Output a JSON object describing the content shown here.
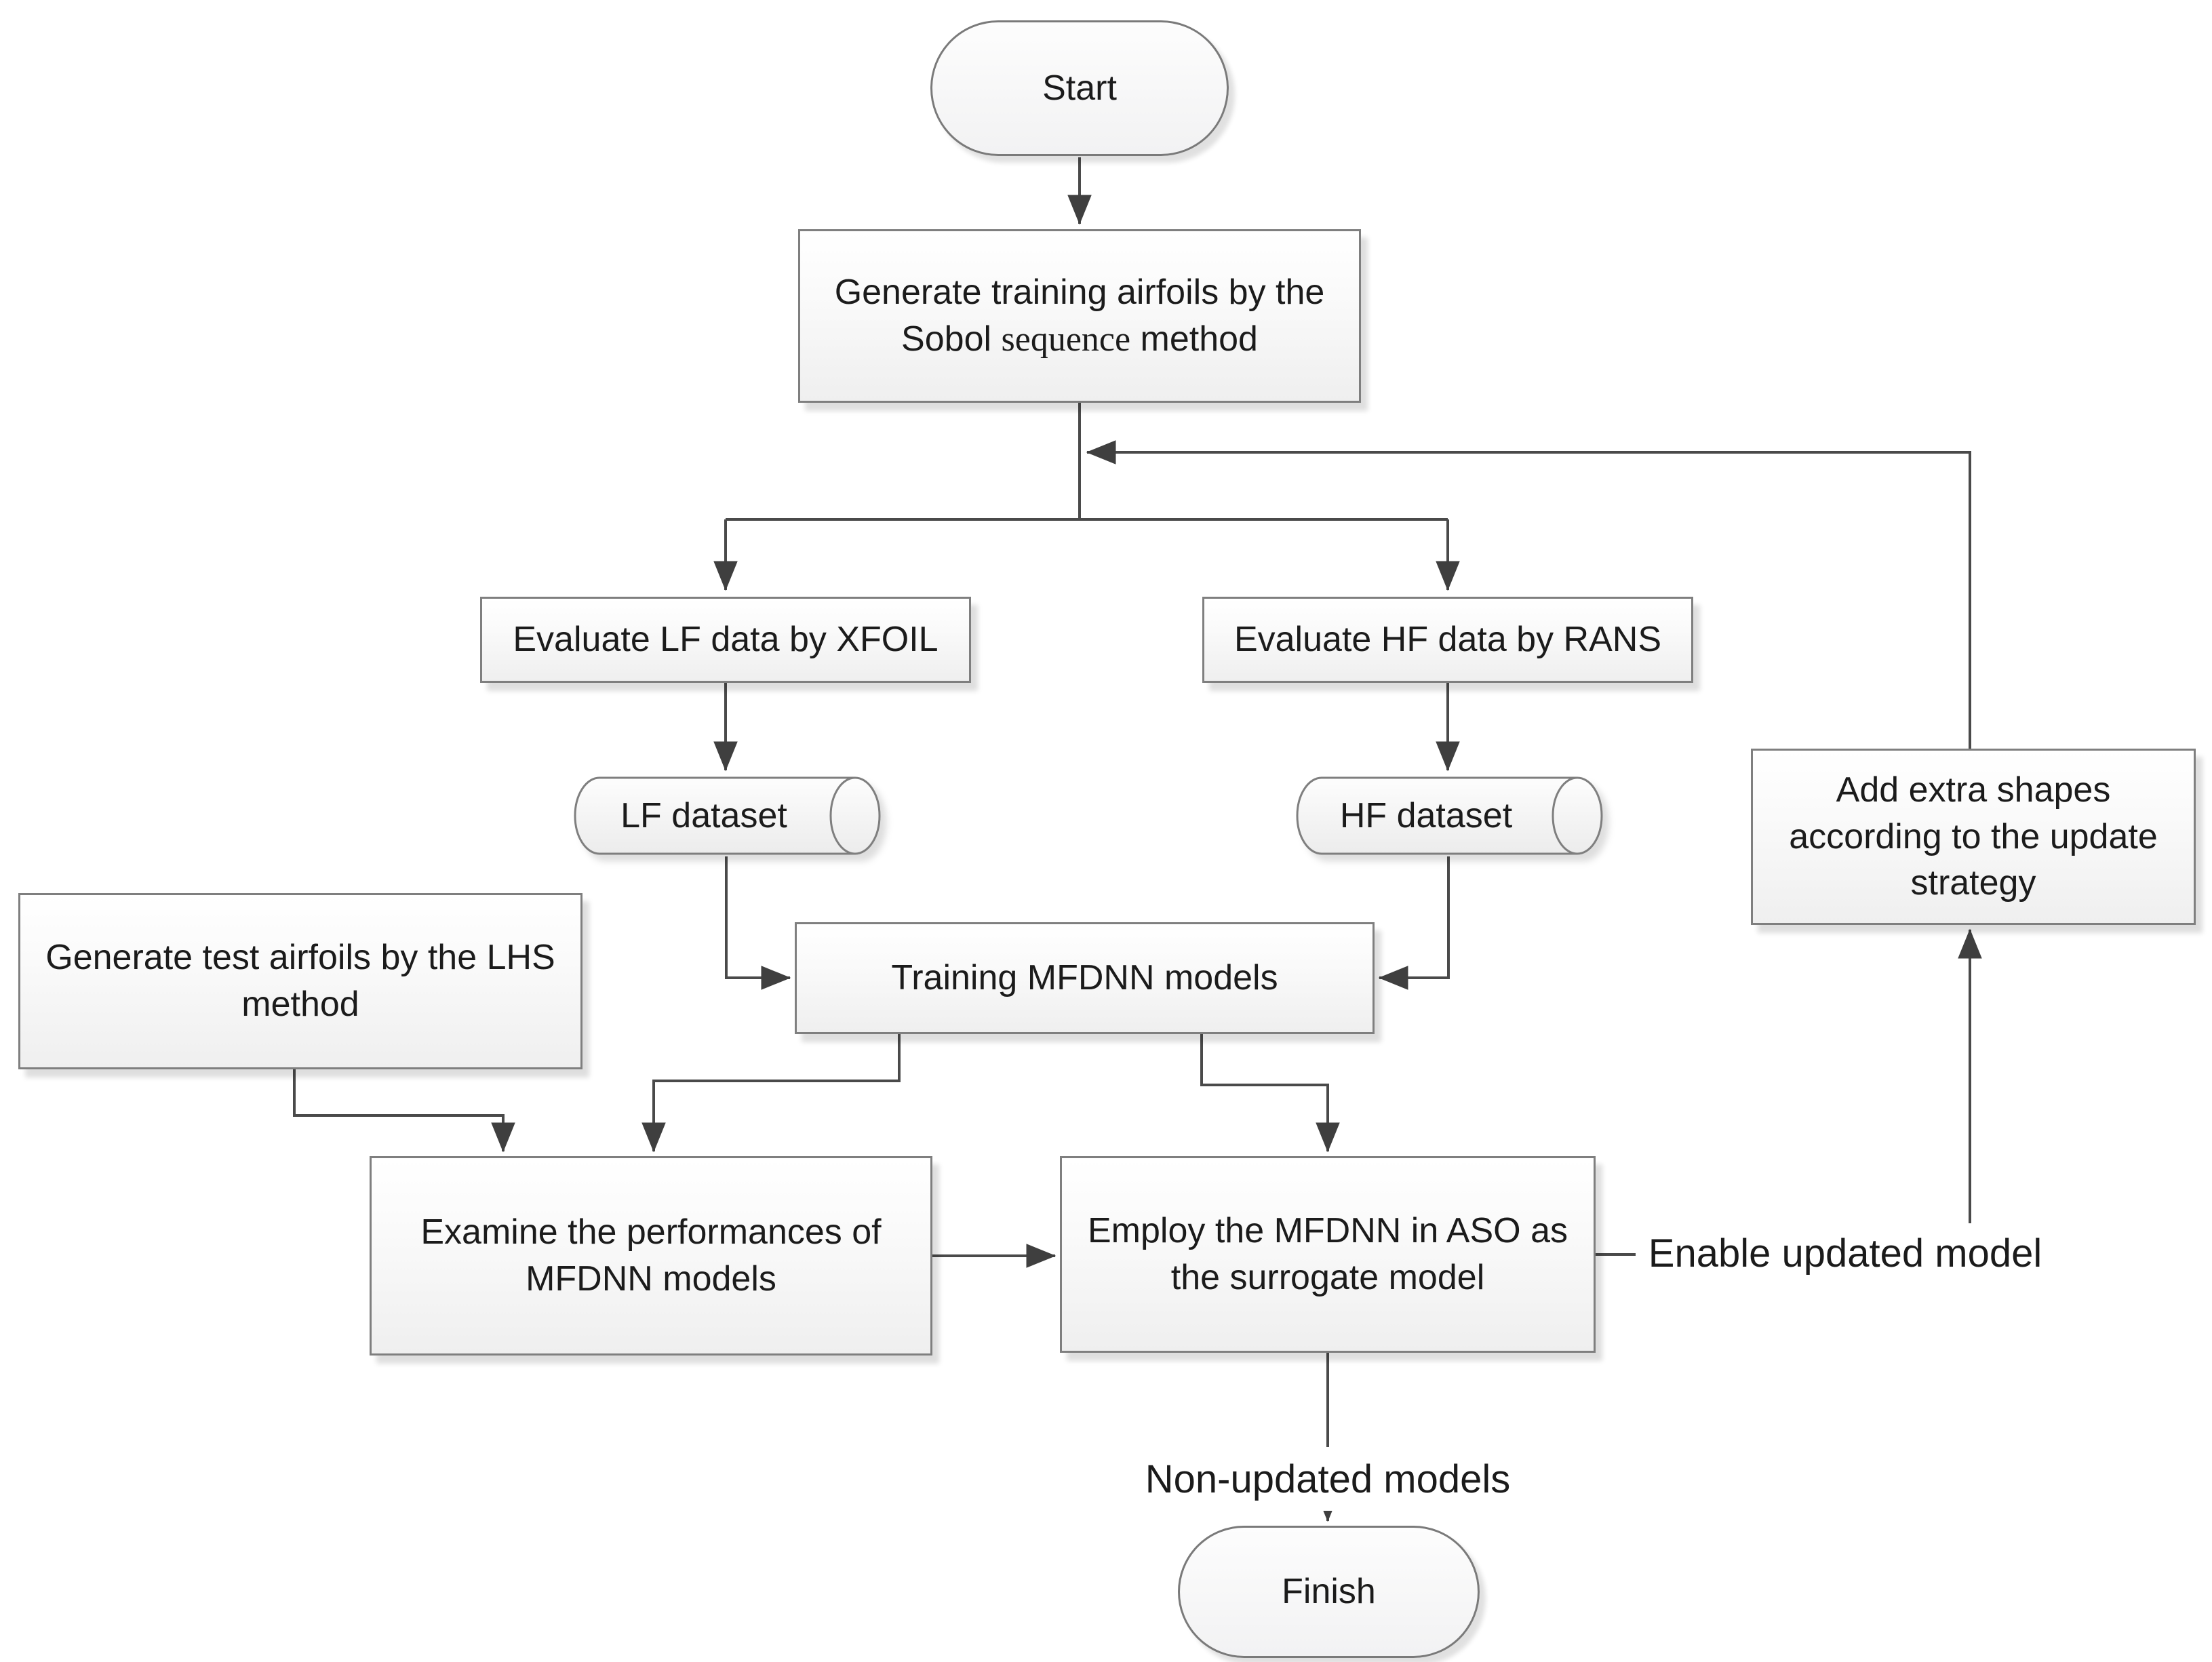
{
  "diagram": {
    "kind": "flowchart",
    "nodes": {
      "start": {
        "type": "terminator",
        "label": "Start"
      },
      "generate_training": {
        "type": "process",
        "label": "Generate training airfoils by the Sobol sequence method",
        "parts": [
          "Generate training airfoils by the Sobol ",
          "sequence",
          " method"
        ]
      },
      "evaluate_lf": {
        "type": "process",
        "label": "Evaluate LF data by XFOIL"
      },
      "evaluate_hf": {
        "type": "process",
        "label": "Evaluate HF data by RANS"
      },
      "lf_dataset": {
        "type": "data-store",
        "label": "LF dataset"
      },
      "hf_dataset": {
        "type": "data-store",
        "label": "HF dataset"
      },
      "training": {
        "type": "process",
        "label": "Training MFDNN models"
      },
      "generate_test": {
        "type": "process",
        "label": "Generate test airfoils by the LHS method"
      },
      "examine": {
        "type": "process",
        "label": "Examine the performances of MFDNN models"
      },
      "employ": {
        "type": "process",
        "label": "Employ the MFDNN in ASO as the surrogate model"
      },
      "add_extra": {
        "type": "process",
        "label": "Add extra shapes according to the update strategy"
      },
      "finish": {
        "type": "terminator",
        "label": "Finish"
      }
    },
    "edge_labels": {
      "enable_updated": "Enable updated model",
      "non_updated": "Non-updated models"
    },
    "colors": {
      "line": "#4a4a4a",
      "arrowhead": "#3f3f3f",
      "node_border": "#7f7f7f",
      "node_fill_top": "#ffffff",
      "node_fill_bottom": "#efefef",
      "text": "#1b1b1b",
      "background": "#ffffff"
    }
  }
}
